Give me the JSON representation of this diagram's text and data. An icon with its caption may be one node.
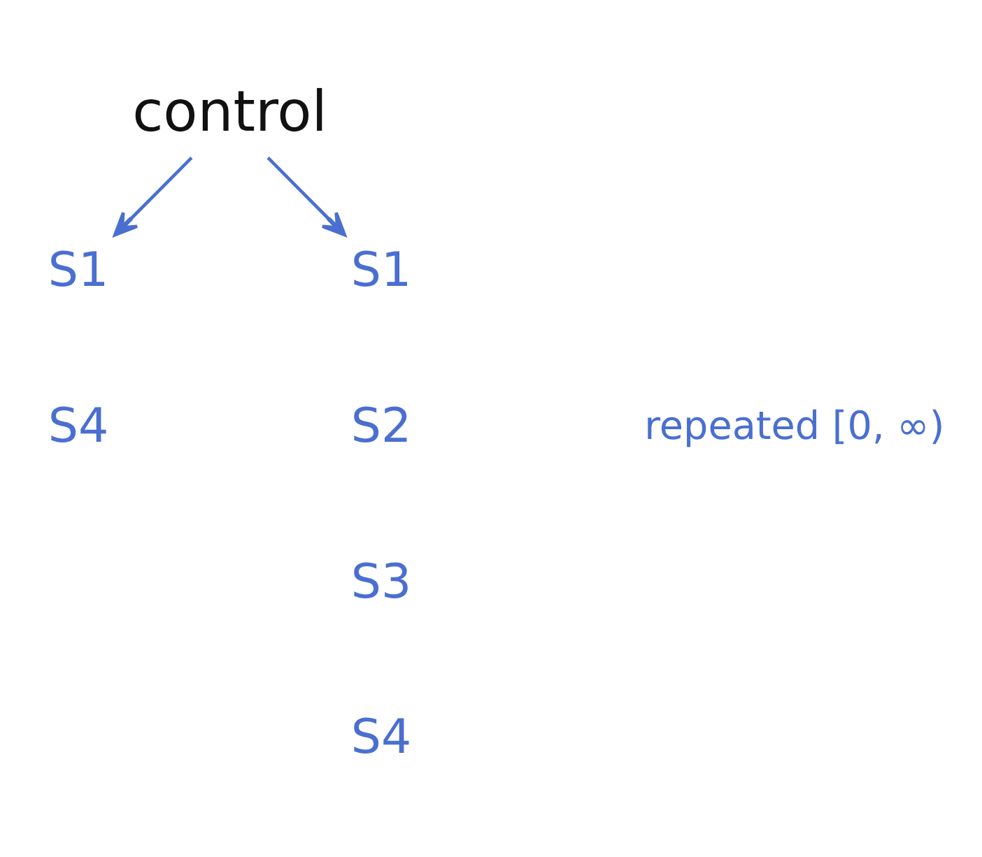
{
  "diagram": {
    "nodes": [
      {
        "text": [
          "control"
        ]
      },
      {
        "text": [
          "S1"
        ]
      },
      {
        "text": [
          "S4"
        ]
      },
      {
        "text": [
          "S1"
        ]
      },
      {
        "text": [
          "S2"
        ]
      },
      {
        "text": [
          "S3"
        ]
      },
      {
        "text": [
          "S4"
        ]
      }
    ],
    "edges": [
      {
        "from": 0,
        "to": 1,
        "arrow": "to"
      },
      {
        "from": 0,
        "to": 3,
        "arrow": "to"
      }
    ],
    "labels": [
      "repeated [0, ∞)"
    ]
  }
}
